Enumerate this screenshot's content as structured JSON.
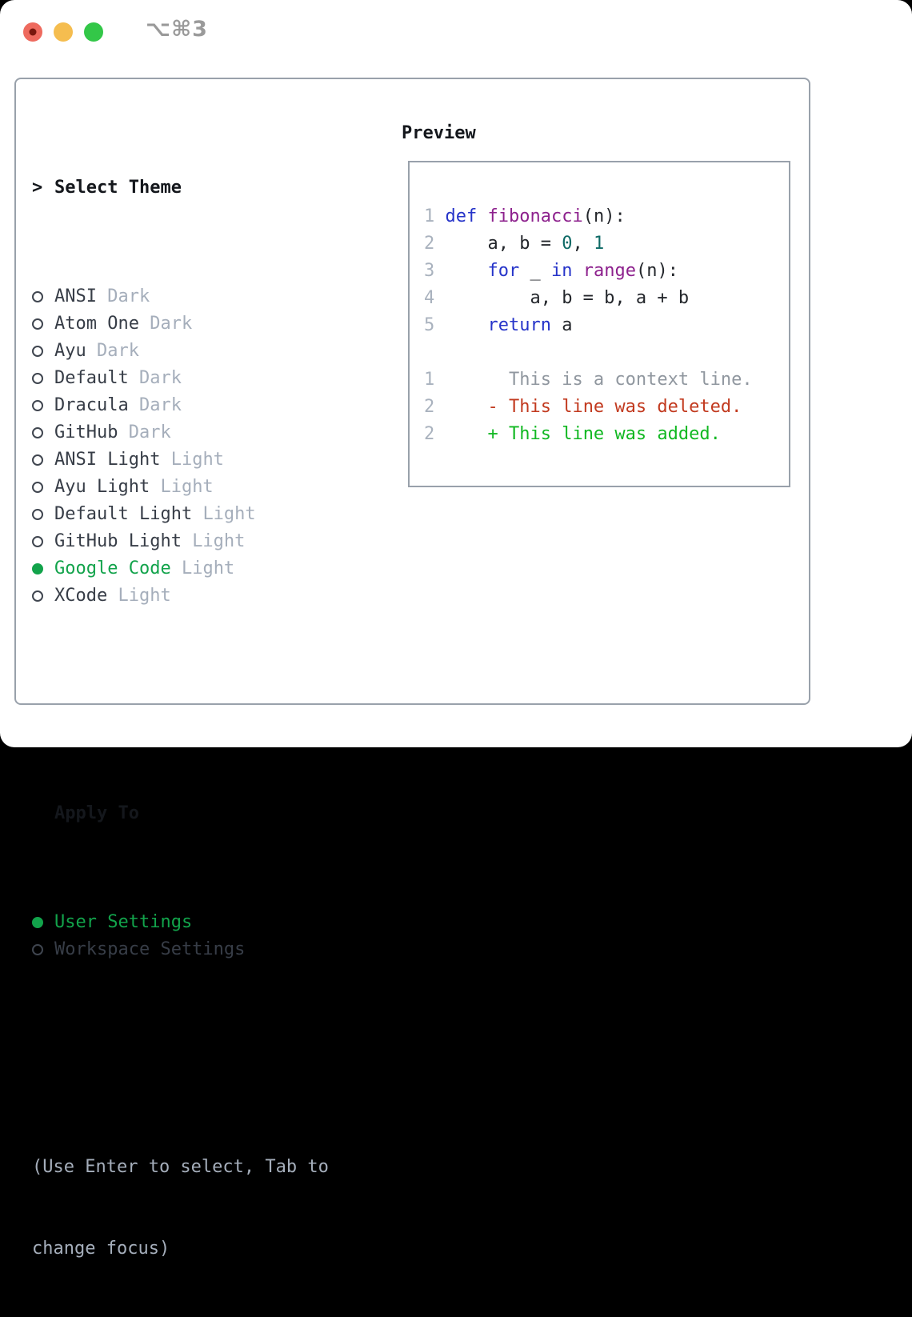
{
  "titlebar": {
    "shortcut_label": "⌥⌘3"
  },
  "colors": {
    "accent_green": "#12a34b",
    "muted_gray": "#a5aebb",
    "text_dark": "#373d47",
    "header_black": "#14171c",
    "border_gray": "#99a1ab",
    "traffic_red": "#ee6a5e",
    "traffic_yellow": "#f5bd4f",
    "traffic_green": "#33c748",
    "code_keyword_blue": "#2634c9",
    "code_function_purple": "#8d218d",
    "code_number_teal": "#0e6a66",
    "diff_deleted_red": "#c23a1f",
    "diff_added_green": "#11b822"
  },
  "theme_panel": {
    "prompt": ">",
    "title": "Select Theme",
    "themes": [
      {
        "name": "ANSI",
        "variant": "Dark",
        "selected": false
      },
      {
        "name": "Atom One",
        "variant": "Dark",
        "selected": false
      },
      {
        "name": "Ayu",
        "variant": "Dark",
        "selected": false
      },
      {
        "name": "Default",
        "variant": "Dark",
        "selected": false
      },
      {
        "name": "Dracula",
        "variant": "Dark",
        "selected": false
      },
      {
        "name": "GitHub",
        "variant": "Dark",
        "selected": false
      },
      {
        "name": "ANSI Light",
        "variant": "Light",
        "selected": false
      },
      {
        "name": "Ayu Light",
        "variant": "Light",
        "selected": false
      },
      {
        "name": "Default Light",
        "variant": "Light",
        "selected": false
      },
      {
        "name": "GitHub Light",
        "variant": "Light",
        "selected": false
      },
      {
        "name": "Google Code",
        "variant": "Light",
        "selected": true
      },
      {
        "name": "XCode",
        "variant": "Light",
        "selected": false
      }
    ],
    "apply_to": {
      "title": "Apply To",
      "options": [
        {
          "label": "User Settings",
          "selected": true
        },
        {
          "label": "Workspace Settings",
          "selected": false
        }
      ]
    },
    "help_lines": [
      "(Use Enter to select, Tab to",
      "change focus)"
    ]
  },
  "preview": {
    "title": "Preview",
    "code_lines": [
      [],
      [
        {
          "c": "ln",
          "s": "1"
        },
        {
          "c": "pl",
          "s": " "
        },
        {
          "c": "kw",
          "s": "def"
        },
        {
          "c": "pl",
          "s": " "
        },
        {
          "c": "fn",
          "s": "fibonacci"
        },
        {
          "c": "pl",
          "s": "(n):"
        }
      ],
      [
        {
          "c": "ln",
          "s": "2"
        },
        {
          "c": "pl",
          "s": "     a, b = "
        },
        {
          "c": "num",
          "s": "0"
        },
        {
          "c": "pl",
          "s": ", "
        },
        {
          "c": "num",
          "s": "1"
        }
      ],
      [
        {
          "c": "ln",
          "s": "3"
        },
        {
          "c": "pl",
          "s": "     "
        },
        {
          "c": "kw",
          "s": "for"
        },
        {
          "c": "pl",
          "s": " _ "
        },
        {
          "c": "kw",
          "s": "in"
        },
        {
          "c": "pl",
          "s": " "
        },
        {
          "c": "fn",
          "s": "range"
        },
        {
          "c": "pl",
          "s": "(n):"
        }
      ],
      [
        {
          "c": "ln",
          "s": "4"
        },
        {
          "c": "pl",
          "s": "         a, b = b, a + b"
        }
      ],
      [
        {
          "c": "ln",
          "s": "5"
        },
        {
          "c": "pl",
          "s": "     "
        },
        {
          "c": "kw",
          "s": "return"
        },
        {
          "c": "pl",
          "s": " a"
        }
      ],
      [],
      [
        {
          "c": "ln",
          "s": "1"
        },
        {
          "c": "pl",
          "s": "       "
        },
        {
          "c": "ctx",
          "s": "This is a context line."
        }
      ],
      [
        {
          "c": "ln",
          "s": "2"
        },
        {
          "c": "pl",
          "s": "     "
        },
        {
          "c": "del",
          "s": "- This line was deleted."
        }
      ],
      [
        {
          "c": "ln",
          "s": "2"
        },
        {
          "c": "pl",
          "s": "     "
        },
        {
          "c": "add",
          "s": "+ This line was added."
        }
      ]
    ]
  }
}
